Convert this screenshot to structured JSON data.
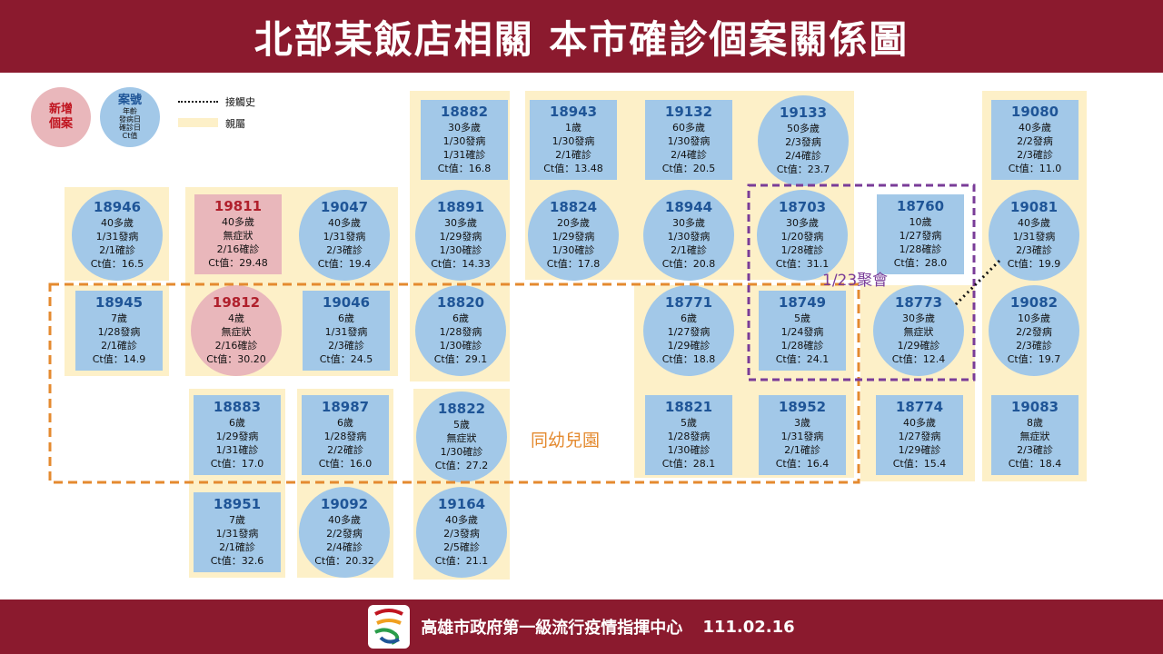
{
  "title": "北部某飯店相關  本市確診個案關係圖",
  "legend": {
    "new_case_label": "新增\n個案",
    "case_title": "案號",
    "case_lines": [
      "年齡",
      "發病日",
      "確診日",
      "Ct值"
    ],
    "contact_label": "接觸史",
    "family_label": "親屬"
  },
  "labels": {
    "gathering": "1/23聚會",
    "kindergarten": "同幼兒園"
  },
  "footer": {
    "org": "高雄市政府第一級流行疫情指揮中心",
    "date": "111.02.16"
  },
  "colors": {
    "header_bg": "#8b1a2e",
    "family_bg": "#fdf0c8",
    "case_blue": "#a2c8e8",
    "case_new_pink": "#e9b7bb",
    "gathering_purple": "#7a3c98",
    "kindergarten_orange": "#e48a2f"
  },
  "cases": {
    "18882": {
      "id": "18882",
      "age": "30多歲",
      "onset": "1/30發病",
      "confirm": "1/31確診",
      "ct": "Ct值：16.8"
    },
    "18943": {
      "id": "18943",
      "age": "1歲",
      "onset": "1/30發病",
      "confirm": "2/1確診",
      "ct": "Ct值：13.48"
    },
    "19132": {
      "id": "19132",
      "age": "60多歲",
      "onset": "1/30發病",
      "confirm": "2/4確診",
      "ct": "Ct值：20.5"
    },
    "19133": {
      "id": "19133",
      "age": "50多歲",
      "onset": "2/3發病",
      "confirm": "2/4確診",
      "ct": "Ct值：23.7"
    },
    "19080": {
      "id": "19080",
      "age": "40多歲",
      "onset": "2/2發病",
      "confirm": "2/3確診",
      "ct": "Ct值：11.0"
    },
    "18946": {
      "id": "18946",
      "age": "40多歲",
      "onset": "1/31發病",
      "confirm": "2/1確診",
      "ct": "Ct值：16.5"
    },
    "19811": {
      "id": "19811",
      "age": "40多歲",
      "onset": "無症狀",
      "confirm": "2/16確診",
      "ct": "Ct值：29.48"
    },
    "19047": {
      "id": "19047",
      "age": "40多歲",
      "onset": "1/31發病",
      "confirm": "2/3確診",
      "ct": "Ct值：19.4"
    },
    "18891": {
      "id": "18891",
      "age": "30多歲",
      "onset": "1/29發病",
      "confirm": "1/30確診",
      "ct": "Ct值：14.33"
    },
    "18824": {
      "id": "18824",
      "age": "20多歲",
      "onset": "1/29發病",
      "confirm": "1/30確診",
      "ct": "Ct值：17.8"
    },
    "18944": {
      "id": "18944",
      "age": "30多歲",
      "onset": "1/30發病",
      "confirm": "2/1確診",
      "ct": "Ct值：20.8"
    },
    "18703": {
      "id": "18703",
      "age": "30多歲",
      "onset": "1/20發病",
      "confirm": "1/28確診",
      "ct": "Ct值：31.1"
    },
    "18760": {
      "id": "18760",
      "age": "10歲",
      "onset": "1/27發病",
      "confirm": "1/28確診",
      "ct": "Ct值：28.0"
    },
    "19081": {
      "id": "19081",
      "age": "40多歲",
      "onset": "1/31發病",
      "confirm": "2/3確診",
      "ct": "Ct值：19.9"
    },
    "18945": {
      "id": "18945",
      "age": "7歲",
      "onset": "1/28發病",
      "confirm": "2/1確診",
      "ct": "Ct值：14.9"
    },
    "19812": {
      "id": "19812",
      "age": "4歲",
      "onset": "無症狀",
      "confirm": "2/16確診",
      "ct": "Ct值：30.20"
    },
    "19046": {
      "id": "19046",
      "age": "6歲",
      "onset": "1/31發病",
      "confirm": "2/3確診",
      "ct": "Ct值：24.5"
    },
    "18820": {
      "id": "18820",
      "age": "6歲",
      "onset": "1/28發病",
      "confirm": "1/30確診",
      "ct": "Ct值：29.1"
    },
    "18771": {
      "id": "18771",
      "age": "6歲",
      "onset": "1/27發病",
      "confirm": "1/29確診",
      "ct": "Ct值：18.8"
    },
    "18749": {
      "id": "18749",
      "age": "5歲",
      "onset": "1/24發病",
      "confirm": "1/28確診",
      "ct": "Ct值：24.1"
    },
    "18773": {
      "id": "18773",
      "age": "30多歲",
      "onset": "無症狀",
      "confirm": "1/29確診",
      "ct": "Ct值：12.4"
    },
    "19082": {
      "id": "19082",
      "age": "10多歲",
      "onset": "2/2發病",
      "confirm": "2/3確診",
      "ct": "Ct值：19.7"
    },
    "18883": {
      "id": "18883",
      "age": "6歲",
      "onset": "1/29發病",
      "confirm": "1/31確診",
      "ct": "Ct值：17.0"
    },
    "18987": {
      "id": "18987",
      "age": "6歲",
      "onset": "1/28發病",
      "confirm": "2/2確診",
      "ct": "Ct值：16.0"
    },
    "18822": {
      "id": "18822",
      "age": "5歲",
      "onset": "無症狀",
      "confirm": "1/30確診",
      "ct": "Ct值：27.2"
    },
    "18821": {
      "id": "18821",
      "age": "5歲",
      "onset": "1/28發病",
      "confirm": "1/30確診",
      "ct": "Ct值：28.1"
    },
    "18952": {
      "id": "18952",
      "age": "3歲",
      "onset": "1/31發病",
      "confirm": "2/1確診",
      "ct": "Ct值：16.4"
    },
    "18774": {
      "id": "18774",
      "age": "40多歲",
      "onset": "1/27發病",
      "confirm": "1/29確診",
      "ct": "Ct值：15.4"
    },
    "19083": {
      "id": "19083",
      "age": "8歲",
      "onset": "無症狀",
      "confirm": "2/3確診",
      "ct": "Ct值：18.4"
    },
    "18951": {
      "id": "18951",
      "age": "7歲",
      "onset": "1/31發病",
      "confirm": "2/1確診",
      "ct": "Ct值：32.6"
    },
    "19092": {
      "id": "19092",
      "age": "40多歲",
      "onset": "2/2發病",
      "confirm": "2/4確診",
      "ct": "Ct值：20.32"
    },
    "19164": {
      "id": "19164",
      "age": "40多歲",
      "onset": "2/3發病",
      "confirm": "2/5確診",
      "ct": "Ct值：21.1"
    }
  }
}
